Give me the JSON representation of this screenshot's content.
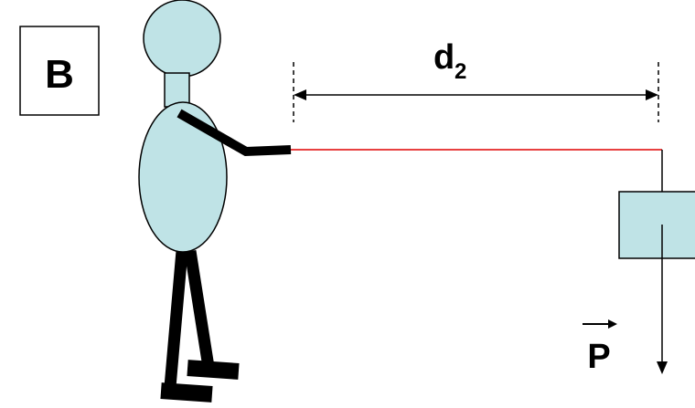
{
  "panel_label": "B",
  "distance_label": {
    "symbol": "d",
    "subscript": "2"
  },
  "force_label": "P",
  "colors": {
    "figure_fill": "#BFE3E6",
    "outline": "#000000",
    "rope": "#E00000",
    "background": "#FFFFFF"
  }
}
